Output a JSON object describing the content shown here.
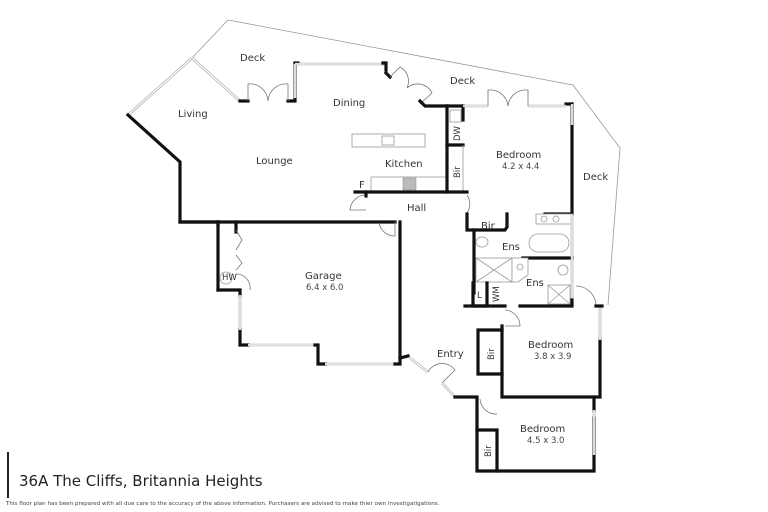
{
  "title": "36A The Cliffs, Britannia Heights",
  "disclaimer": "This floor plan has been prepared with all due care to the accuracy of the above information. Purchasers are advised to make thier own investigatigations.",
  "rooms": {
    "deck_top_left": "Deck",
    "deck_top_right": "Deck",
    "deck_right": "Deck",
    "living": "Living",
    "dining": "Dining",
    "lounge": "Lounge",
    "kitchen": "Kitchen",
    "fridge": "F",
    "dishwasher": "DW",
    "hall": "Hall",
    "bedroom1": {
      "name": "Bedroom",
      "size": "4.2 x 4.4"
    },
    "bir1": "Bir",
    "bir2": "Bir",
    "ensuite1": "Ens",
    "ensuite2": "Ens",
    "laundry": "L",
    "washing_machine": "WM",
    "garage": {
      "name": "Garage",
      "size": "6.4 x 6.0"
    },
    "hot_water": "HW",
    "entry": "Entry",
    "bedroom2": {
      "name": "Bedroom",
      "size": "3.8 x 3.9"
    },
    "bir3": "Bir",
    "bedroom3": {
      "name": "Bedroom",
      "size": "4.5 x 3.0"
    },
    "bir4": "Bir"
  }
}
